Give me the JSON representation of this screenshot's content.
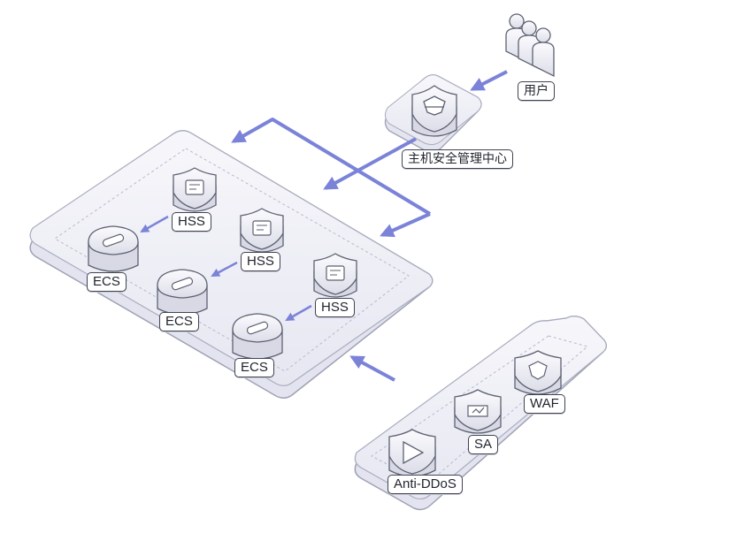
{
  "nodes": {
    "user": {
      "label": "用户",
      "icon": "users-icon"
    },
    "hss_center": {
      "label": "主机安全管理中心",
      "icon": "shield-icon"
    },
    "hss_1": {
      "label": "HSS",
      "icon": "document-shield-icon"
    },
    "hss_2": {
      "label": "HSS",
      "icon": "document-shield-icon"
    },
    "hss_3": {
      "label": "HSS",
      "icon": "document-shield-icon"
    },
    "ecs_1": {
      "label": "ECS",
      "icon": "server-icon"
    },
    "ecs_2": {
      "label": "ECS",
      "icon": "server-icon"
    },
    "ecs_3": {
      "label": "ECS",
      "icon": "server-icon"
    },
    "anti_ddos": {
      "label": "Anti-DDoS",
      "icon": "triangle-shield-icon"
    },
    "sa": {
      "label": "SA",
      "icon": "analysis-icon"
    },
    "waf": {
      "label": "WAF",
      "icon": "waf-shield-icon"
    }
  },
  "colors": {
    "arrow": "#7b83d8",
    "platform_fill": "#eeeef6",
    "platform_stroke": "#9ea2b4",
    "icon_fill": "#f1f2f8",
    "icon_stroke": "#5d6272",
    "label_border": "#3f4452"
  }
}
